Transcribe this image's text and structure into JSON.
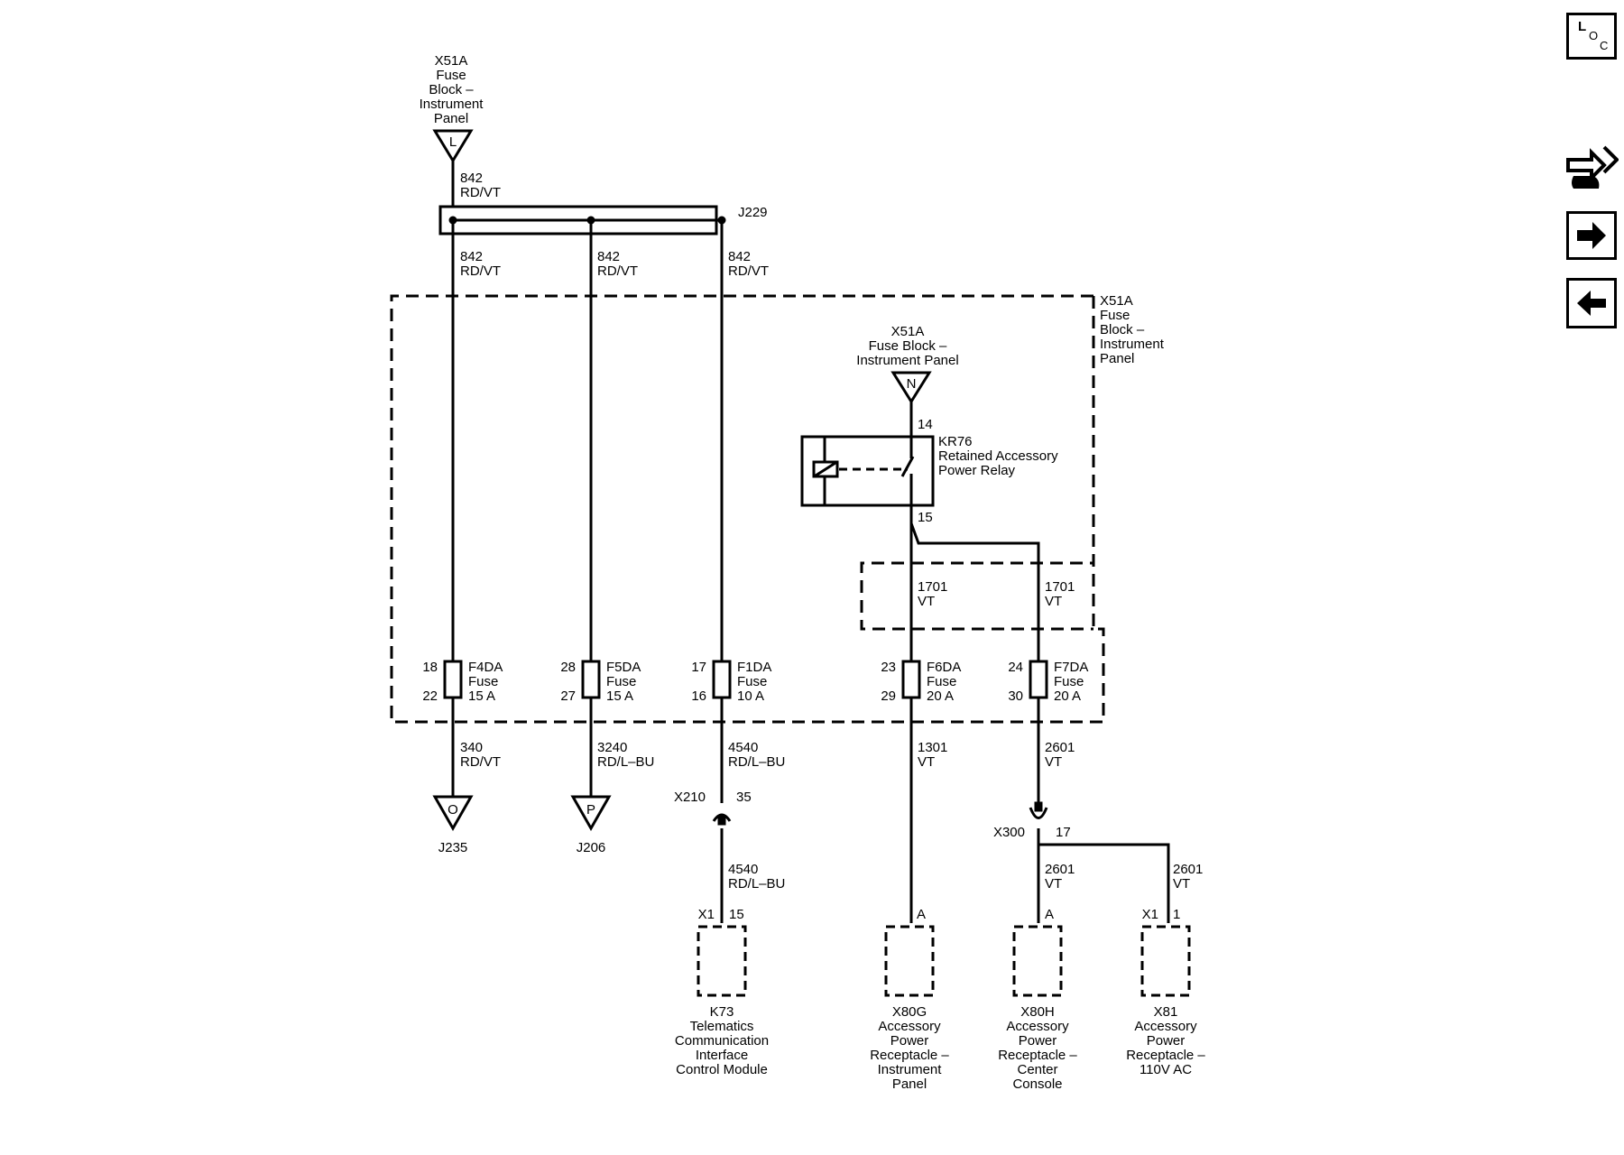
{
  "connectors": {
    "top_fuse_block": [
      "X51A",
      "Fuse",
      "Block –",
      "Instrument",
      "Panel"
    ],
    "top_terminal": "L",
    "relay_fuse_block": [
      "X51A",
      "Fuse Block –",
      "Instrument Panel"
    ],
    "relay_terminal": "N",
    "right_fuse_block": [
      "X51A",
      "Fuse",
      "Block –",
      "Instrument",
      "Panel"
    ],
    "splice": "J229"
  },
  "wires": {
    "feed": [
      "842",
      "RD/VT"
    ],
    "branch_1": [
      "842",
      "RD/VT"
    ],
    "branch_2": [
      "842",
      "RD/VT"
    ],
    "branch_3": [
      "842",
      "RD/VT"
    ],
    "relay_out_1": [
      "1701",
      "VT"
    ],
    "relay_out_2": [
      "1701",
      "VT"
    ],
    "out_f4da": [
      "340",
      "RD/VT"
    ],
    "out_f5da": [
      "3240",
      "RD/L–BU"
    ],
    "out_f1da": [
      "4540",
      "RD/L–BU"
    ],
    "out_f1da_2": [
      "4540",
      "RD/L–BU"
    ],
    "out_f6da": [
      "1301",
      "VT"
    ],
    "out_f7da": [
      "2601",
      "VT"
    ],
    "x300_1": [
      "2601",
      "VT"
    ],
    "x300_2": [
      "2601",
      "VT"
    ]
  },
  "relay": {
    "label": [
      "KR76",
      "Retained Accessory",
      "Power Relay"
    ],
    "pin_in": "14",
    "pin_out": "15"
  },
  "fuses": [
    {
      "pin_top": "18",
      "pin_bot": "22",
      "label": [
        "F4DA",
        "Fuse",
        "15 A"
      ]
    },
    {
      "pin_top": "28",
      "pin_bot": "27",
      "label": [
        "F5DA",
        "Fuse",
        "15 A"
      ]
    },
    {
      "pin_top": "17",
      "pin_bot": "16",
      "label": [
        "F1DA",
        "Fuse",
        "10 A"
      ]
    },
    {
      "pin_top": "23",
      "pin_bot": "29",
      "label": [
        "F6DA",
        "Fuse",
        "20 A"
      ]
    },
    {
      "pin_top": "24",
      "pin_bot": "30",
      "label": [
        "F7DA",
        "Fuse",
        "20 A"
      ]
    }
  ],
  "terminals": {
    "o": {
      "letter": "O",
      "name": "J235"
    },
    "p": {
      "letter": "P",
      "name": "J206"
    }
  },
  "inline": {
    "x210": {
      "name": "X210",
      "pin": "35"
    },
    "x300": {
      "name": "X300",
      "pin": "17"
    }
  },
  "components": [
    {
      "conn": "X1",
      "pin": "15",
      "label": [
        "K73",
        "Telematics",
        "Communication",
        "Interface",
        "Control Module"
      ]
    },
    {
      "conn": "",
      "pin": "A",
      "label": [
        "X80G",
        "Accessory",
        "Power",
        "Receptacle –",
        "Instrument",
        "Panel"
      ]
    },
    {
      "conn": "",
      "pin": "A",
      "label": [
        "X80H",
        "Accessory",
        "Power",
        "Receptacle –",
        "Center",
        "Console"
      ]
    },
    {
      "conn": "X1",
      "pin": "1",
      "label": [
        "X81",
        "Accessory",
        "Power",
        "Receptacle –",
        "110V AC"
      ]
    }
  ],
  "nav": {
    "loc_letters": [
      "L",
      "O",
      "C"
    ],
    "icons": [
      "wrench-arrows-icon",
      "arrow-right-icon",
      "arrow-left-icon"
    ]
  }
}
